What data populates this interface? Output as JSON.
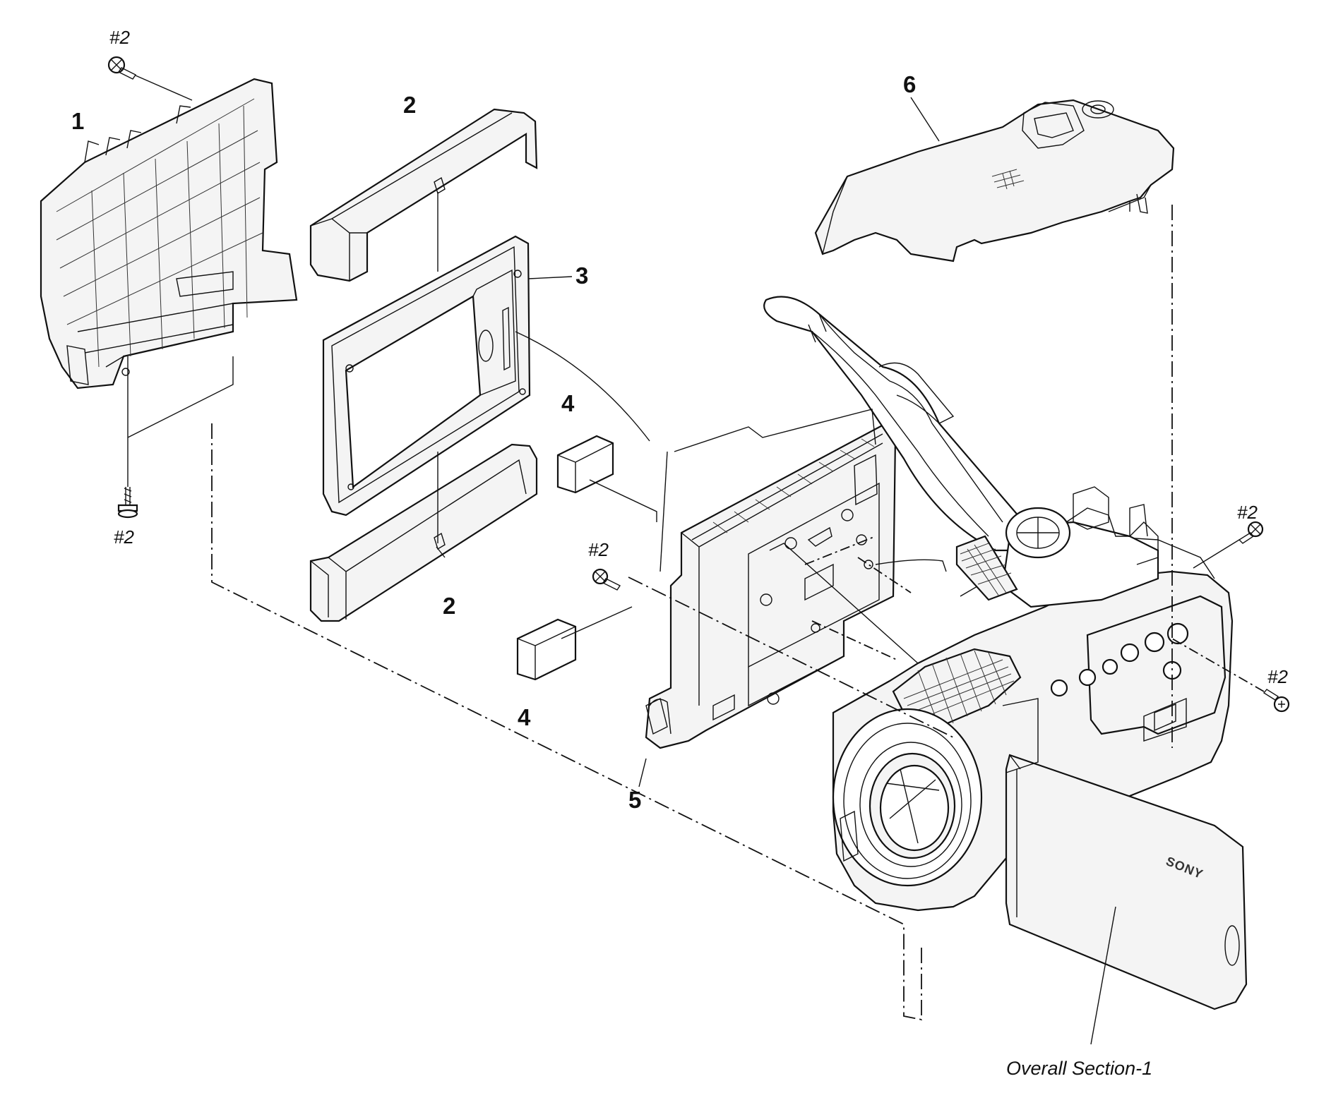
{
  "diagram": {
    "part_labels": {
      "p1": "1",
      "p2_top": "2",
      "p2_bottom": "2",
      "p3": "3",
      "p4_right": "4",
      "p4_left": "4",
      "p5": "5",
      "p6": "6"
    },
    "screw_labels": {
      "s_top_left": "#2",
      "s_bottom_left": "#2",
      "s_center": "#2",
      "s_right_upper": "#2",
      "s_right_lower": "#2"
    },
    "brand_mark": "SONY",
    "caption": "Overall Section-1"
  }
}
